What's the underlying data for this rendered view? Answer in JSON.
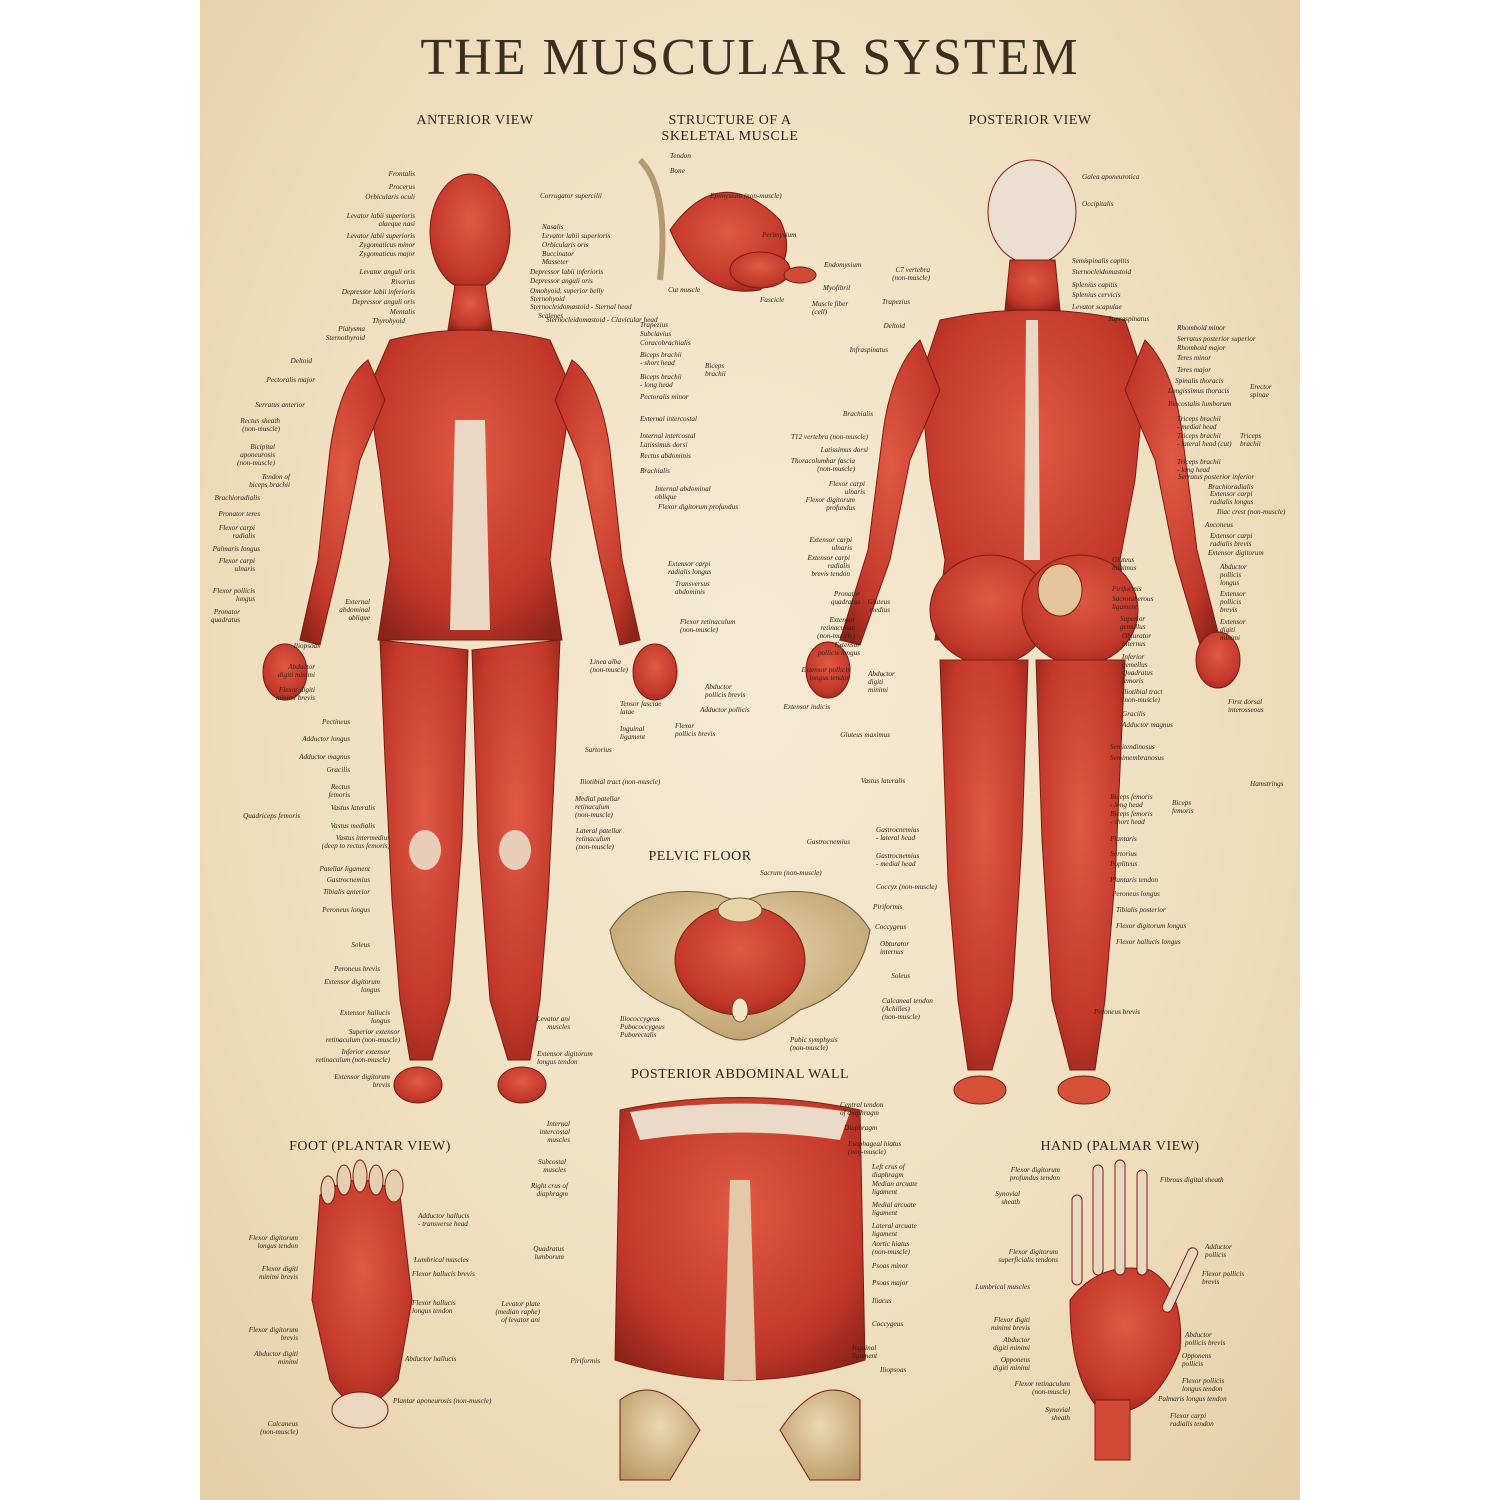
{
  "title": "THE MUSCULAR SYSTEM",
  "sections": {
    "anterior": "ANTERIOR VIEW",
    "structure": "STRUCTURE OF A\nSKELETAL MUSCLE",
    "posterior": "POSTERIOR VIEW",
    "pelvic": "PELVIC FLOOR",
    "abdominal": "POSTERIOR ABDOMINAL WALL",
    "foot": "FOOT (PLANTAR VIEW)",
    "hand": "HAND (PALMAR VIEW)"
  },
  "labels": [
    {
      "text": "Frontalis",
      "align": "r"
    },
    {
      "text": "Procerus",
      "align": "r"
    },
    {
      "text": "Orbicularis oculi",
      "align": "r"
    },
    {
      "text": "Levator labii superioris\nalaeque nasi",
      "align": "r"
    },
    {
      "text": "Levator labii superioris",
      "align": "r"
    },
    {
      "text": "Zygomaticus minor",
      "align": "r"
    },
    {
      "text": "Zygomaticus major",
      "align": "r"
    },
    {
      "text": "Levator anguli oris",
      "align": "r"
    },
    {
      "text": "Risorius",
      "align": "r"
    },
    {
      "text": "Depressor labii inferioris",
      "align": "r"
    },
    {
      "text": "Depressor anguli oris",
      "align": "r"
    },
    {
      "text": "Mentalis",
      "align": "r"
    },
    {
      "text": "Thyrohyoid",
      "align": "r"
    },
    {
      "text": "Platysma",
      "align": "r"
    },
    {
      "text": "Sternothyroid",
      "align": "r"
    },
    {
      "text": "Deltoid",
      "align": "r"
    },
    {
      "text": "Pectoralis major",
      "align": "r"
    },
    {
      "text": "Serratus anterior",
      "align": "r"
    },
    {
      "text": "Rectus sheath\n(non-muscle)",
      "align": "r"
    },
    {
      "text": "Bicipital\naponeurosis\n(non-muscle)",
      "align": "r"
    },
    {
      "text": "Tendon of\nbiceps brachii",
      "align": "r"
    },
    {
      "text": "Brachioradialis",
      "align": "r"
    },
    {
      "text": "Pronator teres",
      "align": "r"
    },
    {
      "text": "Flexor carpi\nradialis",
      "align": "r"
    },
    {
      "text": "Palmaris longus",
      "align": "r"
    },
    {
      "text": "Flexor carpi\nulnaris",
      "align": "r"
    },
    {
      "text": "Flexor pollicis\nlongus",
      "align": "r"
    },
    {
      "text": "Pronator\nquadratus",
      "align": "r"
    },
    {
      "text": "External\nabdominal\noblique",
      "align": "r"
    },
    {
      "text": "Iliopsoas",
      "align": "r"
    },
    {
      "text": "Abductor\ndigiti minimi",
      "align": "r"
    },
    {
      "text": "Flexor digiti\nminimi brevis",
      "align": "r"
    },
    {
      "text": "Pectineus",
      "align": "r"
    },
    {
      "text": "Adductor longus",
      "align": "r"
    },
    {
      "text": "Adductor magnus",
      "align": "r"
    },
    {
      "text": "Gracilis",
      "align": "r"
    },
    {
      "text": "Rectus\nfemoris",
      "align": "r"
    },
    {
      "text": "Vastus lateralis",
      "align": "r"
    },
    {
      "text": "Quadriceps femoris",
      "align": "r"
    },
    {
      "text": "Vastus medialis",
      "align": "r"
    },
    {
      "text": "Vastus intermedius\n(deep to rectus femoris)",
      "align": "r"
    },
    {
      "text": "Patellar ligament",
      "align": "r"
    },
    {
      "text": "Gastrocnemius",
      "align": "r"
    },
    {
      "text": "Tibialis anterior",
      "align": "r"
    },
    {
      "text": "Peroneus longus",
      "align": "r"
    },
    {
      "text": "Soleus",
      "align": "r"
    },
    {
      "text": "Peroneus brevis",
      "align": "r"
    },
    {
      "text": "Extensor digitorum\nlongus",
      "align": "r"
    },
    {
      "text": "Extensor hallucis\nlongus",
      "align": "r"
    },
    {
      "text": "Superior extensor\nretinaculum (non-muscle)",
      "align": "r"
    },
    {
      "text": "Inferior extensor\nretinaculum (non-muscle)",
      "align": "r"
    },
    {
      "text": "Extensor digitorum\nbrevis",
      "align": "r"
    },
    {
      "text": "Corrugator supercilii",
      "align": "l"
    },
    {
      "text": "Nasalis",
      "align": "l"
    },
    {
      "text": "Levator labii superioris",
      "align": "l"
    },
    {
      "text": "Orbicularis oris",
      "align": "l"
    },
    {
      "text": "Buccinator",
      "align": "l"
    },
    {
      "text": "Masseter",
      "align": "l"
    },
    {
      "text": "Depressor labii inferioris",
      "align": "l"
    },
    {
      "text": "Depressor anguli oris",
      "align": "l"
    },
    {
      "text": "Omohyoid, superior belly",
      "align": "l"
    },
    {
      "text": "Sternohyoid",
      "align": "l"
    },
    {
      "text": "Sternocleidomastoid - Sternal head",
      "align": "l"
    },
    {
      "text": "Scalenes",
      "align": "l"
    },
    {
      "text": "Sternocleidomastoid - Clavicular head",
      "align": "l"
    },
    {
      "text": "Trapezius",
      "align": "l"
    },
    {
      "text": "Subclavius",
      "align": "l"
    },
    {
      "text": "Coracobrachialis",
      "align": "l"
    },
    {
      "text": "Biceps brachii\n- short head",
      "align": "l"
    },
    {
      "text": "Biceps brachii\n- long head",
      "align": "l"
    },
    {
      "text": "Biceps\nbrachii",
      "align": "l"
    },
    {
      "text": "Pectoralis minor",
      "align": "l"
    },
    {
      "text": "External intercostal",
      "align": "l"
    },
    {
      "text": "Internal intercostal",
      "align": "l"
    },
    {
      "text": "Latissimus dorsi",
      "align": "l"
    },
    {
      "text": "Rectus abdominis",
      "align": "l"
    },
    {
      "text": "Brachialis",
      "align": "l"
    },
    {
      "text": "Internal abdominal\noblique",
      "align": "l"
    },
    {
      "text": "Flexor digitorum profundus",
      "align": "l"
    },
    {
      "text": "Extensor carpi\nradialis longus",
      "align": "l"
    },
    {
      "text": "Transversus\nabdominis",
      "align": "l"
    },
    {
      "text": "Flexor retinaculum\n(non-muscle)",
      "align": "l"
    },
    {
      "text": "Linea alba\n(non-muscle)",
      "align": "l"
    },
    {
      "text": "Abductor\npollicis brevis",
      "align": "l"
    },
    {
      "text": "Adductor pollicis",
      "align": "l"
    },
    {
      "text": "Tensor fasciae\nlatae",
      "align": "l"
    },
    {
      "text": "Inguinal\nligament",
      "align": "l"
    },
    {
      "text": "Sartorius",
      "align": "l"
    },
    {
      "text": "Flexor\npollicis brevis",
      "align": "l"
    },
    {
      "text": "Iliotibial tract (non-muscle)",
      "align": "l"
    },
    {
      "text": "Medial patellar\nretinaculum\n(non-muscle)",
      "align": "l"
    },
    {
      "text": "Lateral patellar\nretinaculum\n(non-muscle)",
      "align": "l"
    },
    {
      "text": "Extensor digitorum\nlongus tendon",
      "align": "l"
    },
    {
      "text": "Tendon",
      "align": "l"
    },
    {
      "text": "Bone",
      "align": "l"
    },
    {
      "text": "Epimysium (non-muscle)",
      "align": "l"
    },
    {
      "text": "Perimysium",
      "align": "l"
    },
    {
      "text": "Endomysium",
      "align": "l"
    },
    {
      "text": "Myofibril",
      "align": "l"
    },
    {
      "text": "Cut muscle",
      "align": "l"
    },
    {
      "text": "Fascicle",
      "align": "l"
    },
    {
      "text": "Muscle fiber\n(cell)",
      "align": "l"
    },
    {
      "text": "Galea aponeurotica",
      "align": "l"
    },
    {
      "text": "Occipitalis",
      "align": "l"
    },
    {
      "text": "C7 vertebra\n(non-muscle)",
      "align": "r"
    },
    {
      "text": "Trapezius",
      "align": "r"
    },
    {
      "text": "Deltoid",
      "align": "r"
    },
    {
      "text": "Infraspinatus",
      "align": "r"
    },
    {
      "text": "Brachialis",
      "align": "r"
    },
    {
      "text": "T12 vertebra (non-muscle)",
      "align": "r"
    },
    {
      "text": "Latissimus dorsi",
      "align": "r"
    },
    {
      "text": "Thoracolumbar fascia\n(non-muscle)",
      "align": "r"
    },
    {
      "text": "Flexor carpi\nulnaris",
      "align": "r"
    },
    {
      "text": "Flexor digitorum\nprofundus",
      "align": "r"
    },
    {
      "text": "Extensor carpi\nulnaris",
      "align": "r"
    },
    {
      "text": "Extensor carpi\nradialis\nbrevis tendon",
      "align": "r"
    },
    {
      "text": "Pronator\nquadratus",
      "align": "r"
    },
    {
      "text": "Extensor\nretinaculum\n(non-muscle)",
      "align": "r"
    },
    {
      "text": "Extensor\npollicis longus",
      "align": "r"
    },
    {
      "text": "Extensor pollicis\nlongus tendon",
      "align": "r"
    },
    {
      "text": "Extensor indicis",
      "align": "r"
    },
    {
      "text": "Abductor\ndigiti\nminimi",
      "align": "l"
    },
    {
      "text": "Gluteus\nmedius",
      "align": "r"
    },
    {
      "text": "Gluteus maximus",
      "align": "r"
    },
    {
      "text": "Vastus lateralis",
      "align": "r"
    },
    {
      "text": "Gastrocnemius",
      "align": "r"
    },
    {
      "text": "Gastrocnemius\n- lateral head",
      "align": "l"
    },
    {
      "text": "Gastrocnemius\n- medial head",
      "align": "l"
    },
    {
      "text": "Soleus",
      "align": "r"
    },
    {
      "text": "Calcaneal tendon\n(Achilles)\n(non-muscle)",
      "align": "l"
    },
    {
      "text": "Semispinalis capitis",
      "align": "l"
    },
    {
      "text": "Sternocleidomastoid",
      "align": "l"
    },
    {
      "text": "Splenius capitis",
      "align": "l"
    },
    {
      "text": "Splenius cervicis",
      "align": "l"
    },
    {
      "text": "Levator scapulae",
      "align": "l"
    },
    {
      "text": "Supraspinatus",
      "align": "l"
    },
    {
      "text": "Rhomboid minor",
      "align": "l"
    },
    {
      "text": "Serratus posterior superior",
      "align": "l"
    },
    {
      "text": "Rhomboid major",
      "align": "l"
    },
    {
      "text": "Teres minor",
      "align": "l"
    },
    {
      "text": "Teres major",
      "align": "l"
    },
    {
      "text": "Spinalis thoracis",
      "align": "l"
    },
    {
      "text": "Longissimus thoracis",
      "align": "l"
    },
    {
      "text": "Iliocostalis lumborum",
      "align": "l"
    },
    {
      "text": "Erector\nspinae",
      "align": "l"
    },
    {
      "text": "Triceps brachii\n- medial head",
      "align": "l"
    },
    {
      "text": "Triceps brachii\n- lateral head (cut)",
      "align": "l"
    },
    {
      "text": "Triceps brachii\n- long head",
      "align": "l"
    },
    {
      "text": "Triceps\nbrachii",
      "align": "l"
    },
    {
      "text": "Serratus posterior inferior",
      "align": "l"
    },
    {
      "text": "Brachioradialis",
      "align": "l"
    },
    {
      "text": "Extensor carpi\nradialis longus",
      "align": "l"
    },
    {
      "text": "Iliac crest (non-muscle)",
      "align": "l"
    },
    {
      "text": "Anconeus",
      "align": "l"
    },
    {
      "text": "Extensor carpi\nradialis brevis",
      "align": "l"
    },
    {
      "text": "Extensor digitorum",
      "align": "l"
    },
    {
      "text": "Gluteus\nminimus",
      "align": "l"
    },
    {
      "text": "Abductor\npollicis\nlongus",
      "align": "l"
    },
    {
      "text": "Piriformis",
      "align": "l"
    },
    {
      "text": "Sacrotuberous\nligament",
      "align": "l"
    },
    {
      "text": "Extensor\npollicis\nbrevis",
      "align": "l"
    },
    {
      "text": "Superior\ngemellus",
      "align": "l"
    },
    {
      "text": "Obturator\ninternus",
      "align": "l"
    },
    {
      "text": "Extensor\ndigiti\nminimi",
      "align": "l"
    },
    {
      "text": "Inferior\ngemellus",
      "align": "l"
    },
    {
      "text": "Quadratus\nfemoris",
      "align": "l"
    },
    {
      "text": "Iliotibial tract\n(non-muscle)",
      "align": "l"
    },
    {
      "text": "First dorsal\ninterosseous",
      "align": "l"
    },
    {
      "text": "Gracilis",
      "align": "l"
    },
    {
      "text": "Adductor magnus",
      "align": "l"
    },
    {
      "text": "Semitendinosus",
      "align": "l"
    },
    {
      "text": "Semimembranosus",
      "align": "l"
    },
    {
      "text": "Hamstrings",
      "align": "l"
    },
    {
      "text": "Biceps femoris\n- long head",
      "align": "l"
    },
    {
      "text": "Biceps femoris\n- short head",
      "align": "l"
    },
    {
      "text": "Biceps\nfemoris",
      "align": "l"
    },
    {
      "text": "Plantaris",
      "align": "l"
    },
    {
      "text": "Sartorius",
      "align": "l"
    },
    {
      "text": "Popliteus",
      "align": "l"
    },
    {
      "text": "Plantaris tendon",
      "align": "l"
    },
    {
      "text": "Peroneus longus",
      "align": "l"
    },
    {
      "text": "Tibialis posterior",
      "align": "l"
    },
    {
      "text": "Flexor digitorum longus",
      "align": "l"
    },
    {
      "text": "Flexor hallucis longus",
      "align": "l"
    },
    {
      "text": "Peroneus brevis",
      "align": "l"
    },
    {
      "text": "Sacrum (non-muscle)",
      "align": "l"
    },
    {
      "text": "Coccyx (non-muscle)",
      "align": "l"
    },
    {
      "text": "Piriformis",
      "align": "l"
    },
    {
      "text": "Coccygeus",
      "align": "l"
    },
    {
      "text": "Obturator\ninternus",
      "align": "l"
    },
    {
      "text": "Levator ani\nmuscles",
      "align": "r"
    },
    {
      "text": "Iliococcygeus\nPubococcygeus\nPuborectalis",
      "align": "l"
    },
    {
      "text": "Pubic symphysis\n(non-muscle)",
      "align": "l"
    },
    {
      "text": "Internal\nintercostal\nmuscles",
      "align": "r"
    },
    {
      "text": "Subcostal\nmuscles",
      "align": "r"
    },
    {
      "text": "Right crus of\ndiaphragm",
      "align": "r"
    },
    {
      "text": "Quadratus\nlumborum",
      "align": "r"
    },
    {
      "text": "Levator plate\n(median raphe)\nof levator ani",
      "align": "r"
    },
    {
      "text": "Piriformis",
      "align": "r"
    },
    {
      "text": "Central tendon\nof diaphragm",
      "align": "l"
    },
    {
      "text": "Diaphragm",
      "align": "l"
    },
    {
      "text": "Esophageal hiatus\n(non-muscle)",
      "align": "l"
    },
    {
      "text": "Left crus of\ndiaphragm",
      "align": "l"
    },
    {
      "text": "Median arcuate\nligament",
      "align": "l"
    },
    {
      "text": "Medial arcuate\nligament",
      "align": "l"
    },
    {
      "text": "Lateral arcuate\nligament",
      "align": "l"
    },
    {
      "text": "Aortic hiatus\n(non-muscle)",
      "align": "l"
    },
    {
      "text": "Psoas minor",
      "align": "l"
    },
    {
      "text": "Psoas major",
      "align": "l"
    },
    {
      "text": "Iliacus",
      "align": "l"
    },
    {
      "text": "Coccygeus",
      "align": "l"
    },
    {
      "text": "Inguinal\nligament",
      "align": "l"
    },
    {
      "text": "Iliopsoas",
      "align": "l"
    },
    {
      "text": "Flexor digitorum\nlongus tendon",
      "align": "r"
    },
    {
      "text": "Flexor digiti\nminimi brevis",
      "align": "r"
    },
    {
      "text": "Flexor digitorum\nbrevis",
      "align": "r"
    },
    {
      "text": "Abductor digiti\nminimi",
      "align": "r"
    },
    {
      "text": "Calcaneus\n(non-muscle)",
      "align": "r"
    },
    {
      "text": "Adductor hallucis\n- transverse head",
      "align": "l"
    },
    {
      "text": "Lumbrical muscles",
      "align": "l"
    },
    {
      "text": "Flexor hallucis brevis",
      "align": "l"
    },
    {
      "text": "Flexor hallucis\nlongus tendon",
      "align": "l"
    },
    {
      "text": "Abductor hallucis",
      "align": "l"
    },
    {
      "text": "Plantar aponeurosis (non-muscle)",
      "align": "l"
    },
    {
      "text": "Flexor digitorum\nprofundus tendon",
      "align": "r"
    },
    {
      "text": "Synovial\nsheath",
      "align": "r"
    },
    {
      "text": "Flexor digitorum\nsuperficialis tendons",
      "align": "r"
    },
    {
      "text": "Lumbrical muscles",
      "align": "r"
    },
    {
      "text": "Flexor digiti\nminimi brevis",
      "align": "r"
    },
    {
      "text": "Abductor\ndigiti minimi",
      "align": "r"
    },
    {
      "text": "Opponens\ndigiti minimi",
      "align": "r"
    },
    {
      "text": "Flexor retinaculum\n(non-muscle)",
      "align": "r"
    },
    {
      "text": "Synovial\nsheath",
      "align": "r"
    },
    {
      "text": "Fibrous digital sheath",
      "align": "l"
    },
    {
      "text": "Adductor\npollicis",
      "align": "l"
    },
    {
      "text": "Flexor pollicis\nbrevis",
      "align": "l"
    },
    {
      "text": "Abductor\npollicis brevis",
      "align": "l"
    },
    {
      "text": "Opponens\npollicis",
      "align": "l"
    },
    {
      "text": "Flexor pollicis\nlongus tendon",
      "align": "l"
    },
    {
      "text": "Palmaris longus tendon",
      "align": "l"
    },
    {
      "text": "Flexor carpi\nradialis tendon",
      "align": "l"
    }
  ],
  "colors": {
    "paper": "#f3e6cc",
    "ink": "#2e2416",
    "muscle": "#c8402e",
    "muscle_dark": "#8e2418",
    "tendon": "#e8d6c0",
    "bone": "#d9bf8c"
  }
}
